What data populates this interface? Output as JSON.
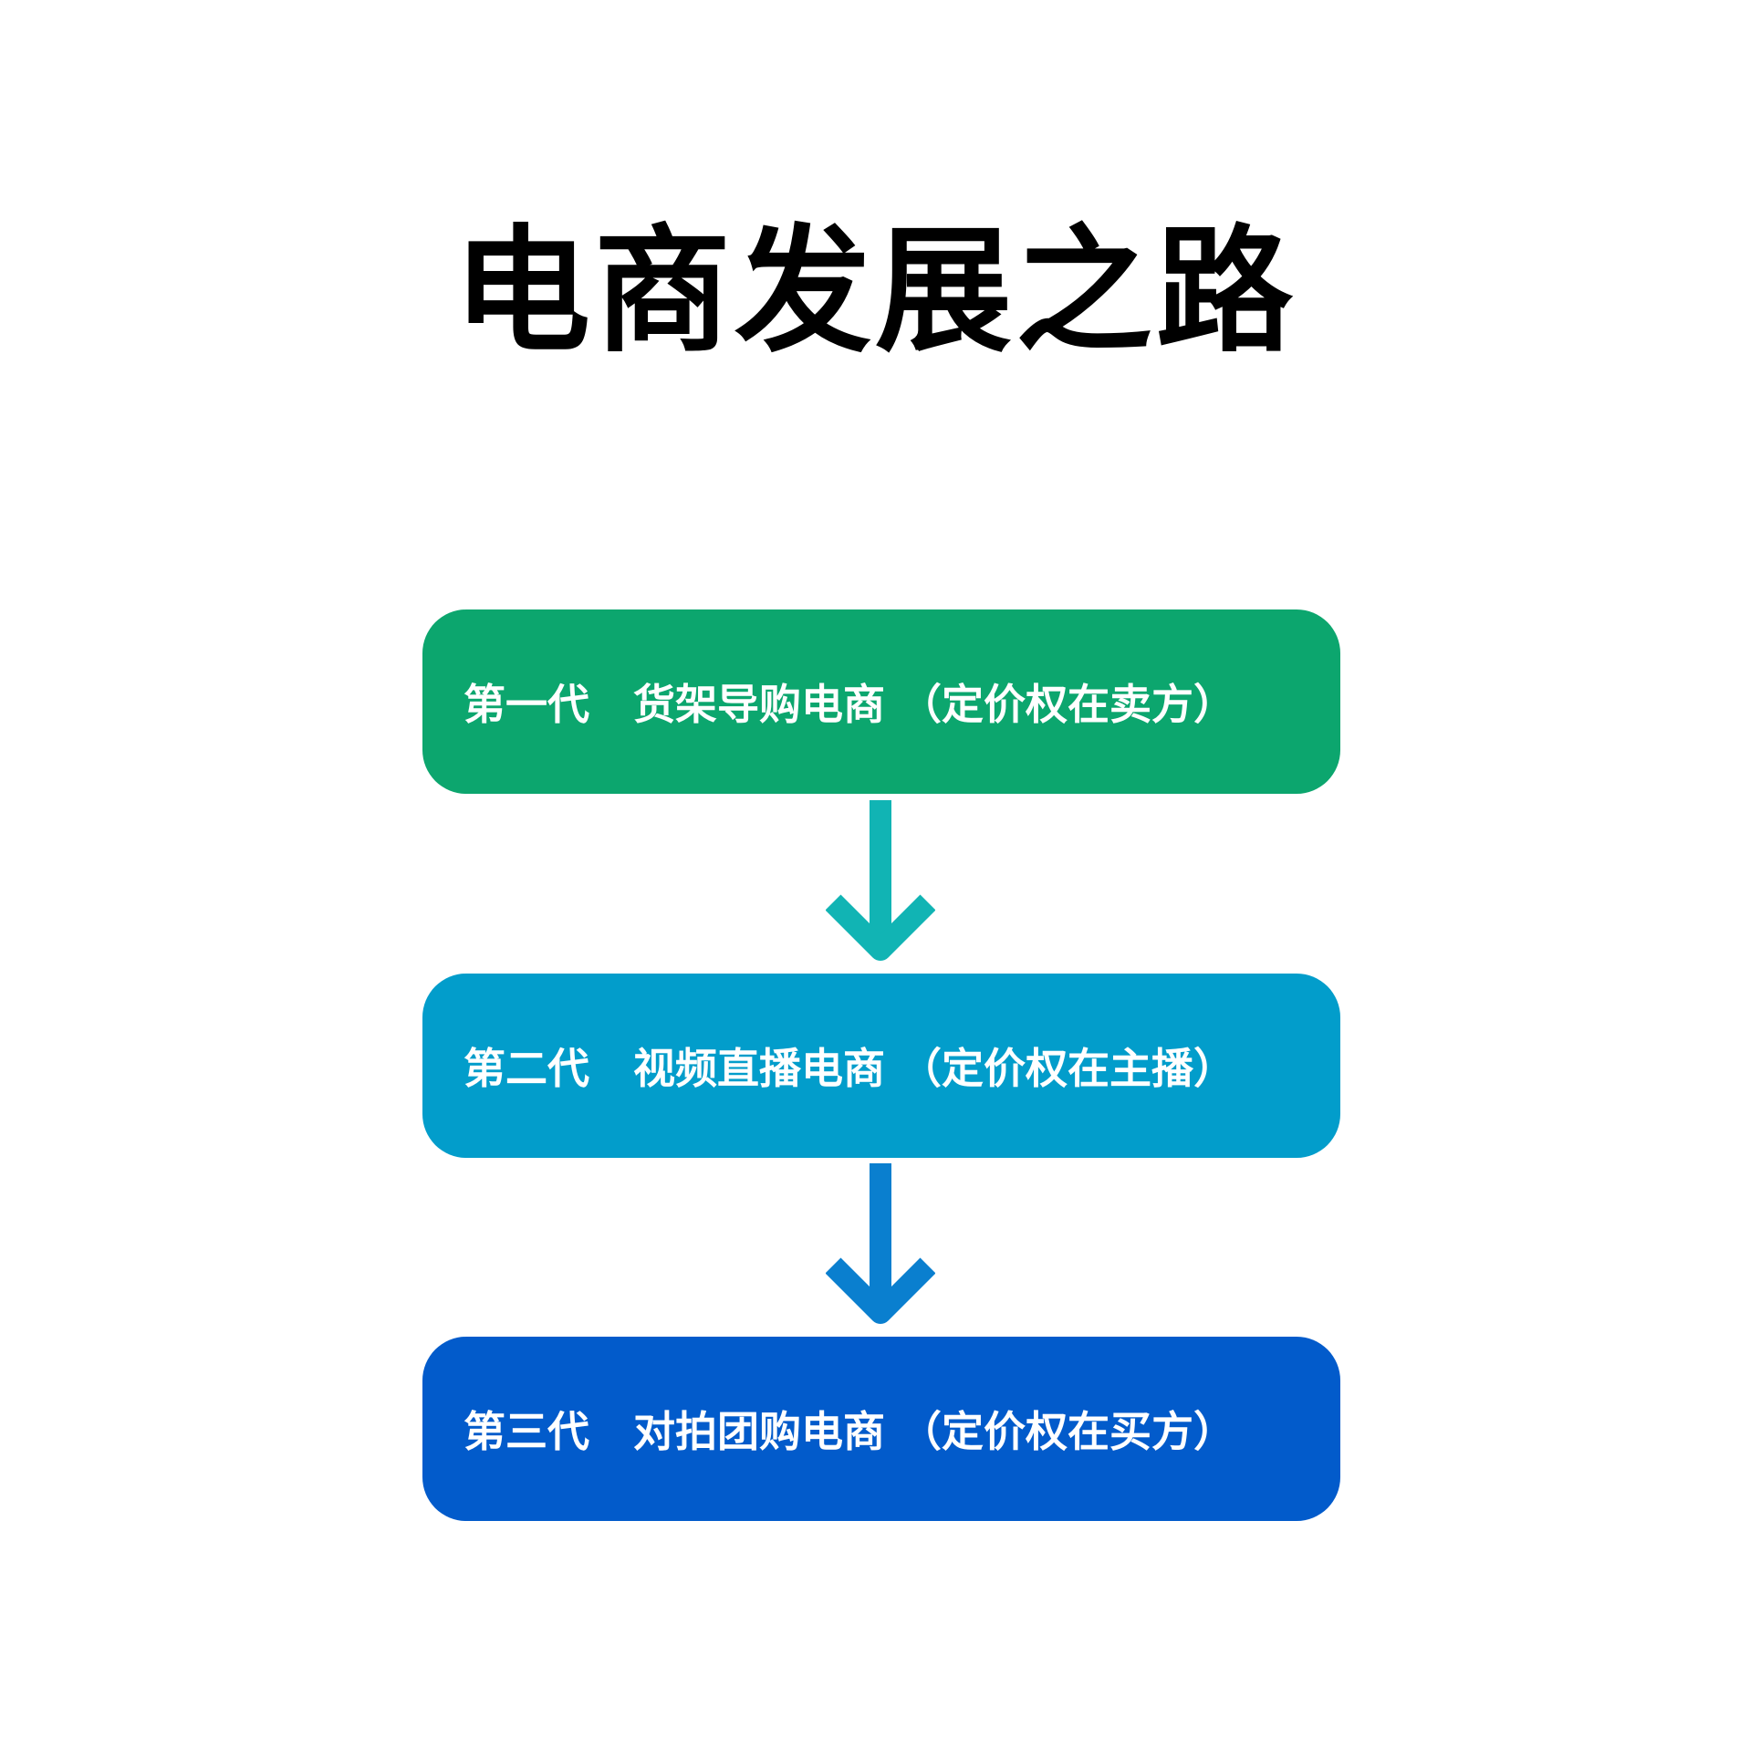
{
  "title": "电商发展之路",
  "steps": [
    {
      "label": "第一代   货架导购电商 （定价权在卖方）",
      "color": "#0ca66e"
    },
    {
      "label": "第二代   视频直播电商 （定价权在主播）",
      "color": "#029dcb"
    },
    {
      "label": "第三代   对拍团购电商 （定价权在买方）",
      "color": "#025bcb"
    }
  ],
  "arrows": [
    {
      "color": "#11b4b4"
    },
    {
      "color": "#0a7fcf"
    }
  ]
}
